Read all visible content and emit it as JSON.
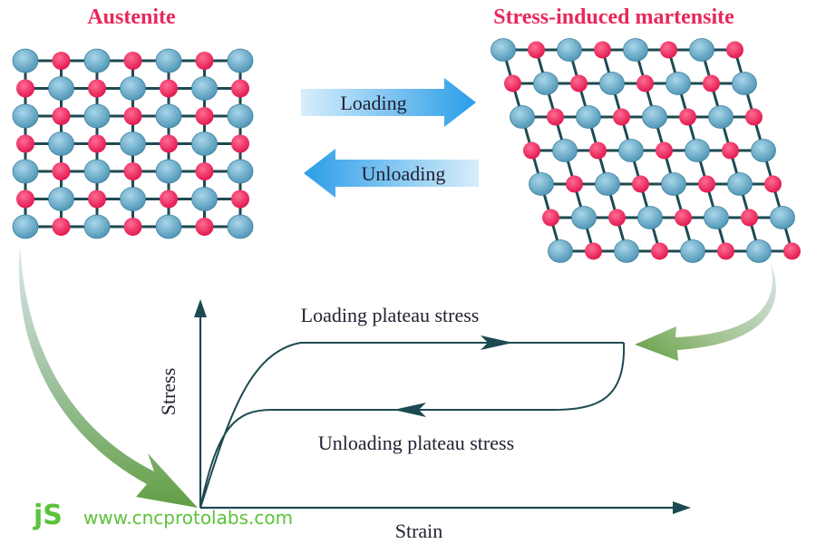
{
  "labels": {
    "austenite": "Austenite",
    "martensite": "Stress-induced martensite",
    "loading": "Loading",
    "unloading": "Unloading",
    "loading_plateau": "Loading plateau stress",
    "unloading_plateau": "Unloading plateau stress",
    "stress_axis": "Stress",
    "strain_axis": "Strain"
  },
  "watermark": {
    "logo": "jS",
    "url": "www.cncprotolabs.com"
  },
  "colors": {
    "atom_blue": "#5fa9c8",
    "atom_red": "#f0245e",
    "bond": "#1d4a52",
    "title_red": "#e8275a",
    "arrow_blue": "#2a9de8",
    "curve_arrow": "#6aa83a",
    "watermark_green": "#5cc23a"
  },
  "lattices": {
    "austenite": {
      "rows": 7,
      "cols": 7,
      "pattern": "alternating"
    },
    "martensite": {
      "rows": 7,
      "cols": 8,
      "pattern": "alternating",
      "sheared": true
    }
  }
}
